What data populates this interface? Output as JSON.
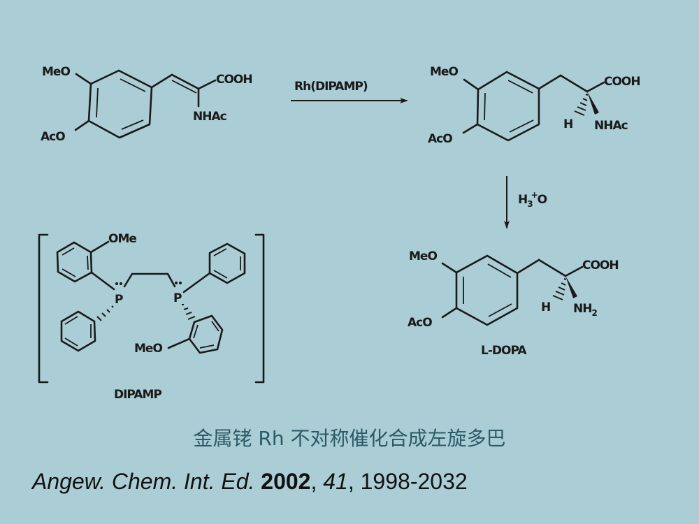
{
  "scheme": {
    "reactant": {
      "substituents": [
        "MeO",
        "AcO",
        "COOH",
        "NHAc"
      ]
    },
    "step1": {
      "reagent": "Rh(DIPAMP)",
      "arrow": "right-arrow"
    },
    "product1": {
      "substituents": [
        "MeO",
        "AcO",
        "COOH",
        "H",
        "NHAc"
      ]
    },
    "step2": {
      "reagent_main": "H",
      "reagent_sub": "3",
      "reagent_sup": "+",
      "reagent_tail": "O",
      "arrow": "down-arrow"
    },
    "product2": {
      "substituents": [
        "MeO",
        "AcO",
        "COOH",
        "H",
        "NH",
        "2"
      ],
      "name": "L-DOPA"
    },
    "ligand": {
      "substituents": [
        "OMe",
        "MeO",
        "P",
        "P"
      ],
      "name": "DIPAMP"
    }
  },
  "caption": "金属铑 Rh 不对称催化合成左旋多巴",
  "reference": {
    "journal": "Angew. Chem. Int. Ed.",
    "year": "2002",
    "sep1": ", ",
    "volume": "41",
    "sep2": ", ",
    "pages": "1998-2032"
  },
  "colors": {
    "background": "#abcdd6",
    "caption": "#2b5a66",
    "ink": "#1a1a1a"
  }
}
